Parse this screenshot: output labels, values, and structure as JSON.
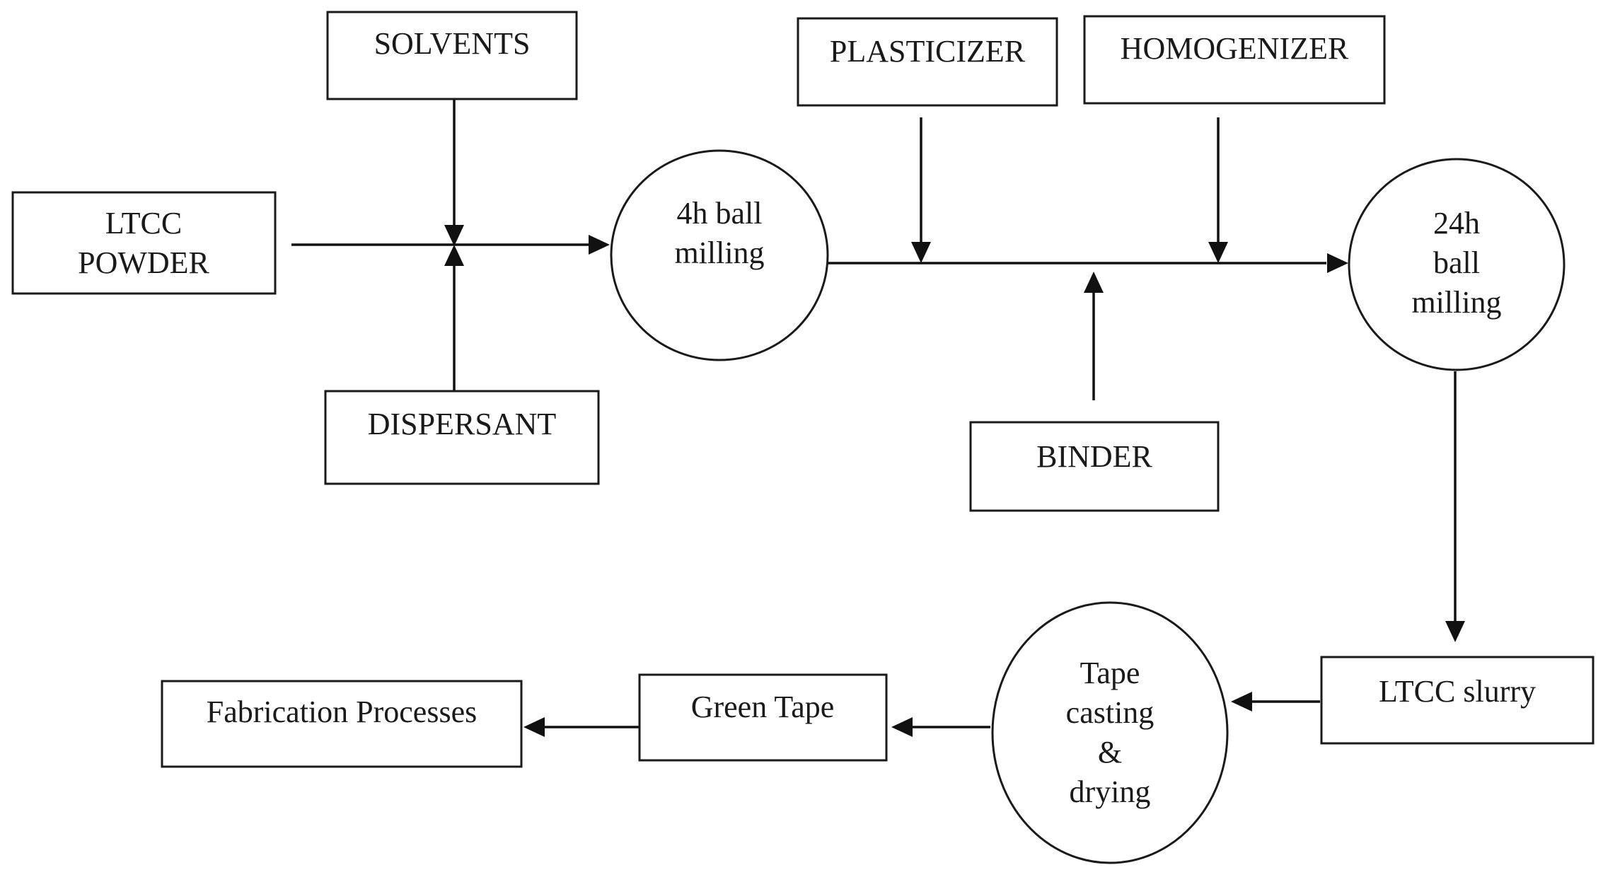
{
  "diagram": {
    "nodes": {
      "solvents": {
        "lines": [
          "SOLVENTS"
        ]
      },
      "ltcc_powder": {
        "lines": [
          "LTCC",
          "POWDER"
        ]
      },
      "dispersant": {
        "lines": [
          "DISPERSANT"
        ]
      },
      "ball_milling_4h": {
        "lines": [
          "4h ball",
          "milling"
        ]
      },
      "plasticizer": {
        "lines": [
          "PLASTICIZER"
        ]
      },
      "homogenizer": {
        "lines": [
          "HOMOGENIZER"
        ]
      },
      "binder": {
        "lines": [
          "BINDER"
        ]
      },
      "ball_milling_24h": {
        "lines": [
          "24h",
          "ball",
          "milling"
        ]
      },
      "ltcc_slurry": {
        "lines": [
          "LTCC slurry"
        ]
      },
      "tape_casting": {
        "lines": [
          "Tape",
          "casting",
          "&",
          "drying"
        ]
      },
      "green_tape": {
        "lines": [
          "Green Tape"
        ]
      },
      "fabrication": {
        "lines": [
          "Fabrication Processes"
        ]
      }
    },
    "edges": [
      {
        "from": "ltcc_powder",
        "to": "ball_milling_4h"
      },
      {
        "from": "solvents",
        "to": "ball_milling_4h"
      },
      {
        "from": "dispersant",
        "to": "ball_milling_4h"
      },
      {
        "from": "ball_milling_4h",
        "to": "ball_milling_24h"
      },
      {
        "from": "plasticizer",
        "to": "ball_milling_24h"
      },
      {
        "from": "homogenizer",
        "to": "ball_milling_24h"
      },
      {
        "from": "binder",
        "to": "ball_milling_24h"
      },
      {
        "from": "ball_milling_24h",
        "to": "ltcc_slurry"
      },
      {
        "from": "ltcc_slurry",
        "to": "tape_casting"
      },
      {
        "from": "tape_casting",
        "to": "green_tape"
      },
      {
        "from": "green_tape",
        "to": "fabrication"
      }
    ]
  }
}
